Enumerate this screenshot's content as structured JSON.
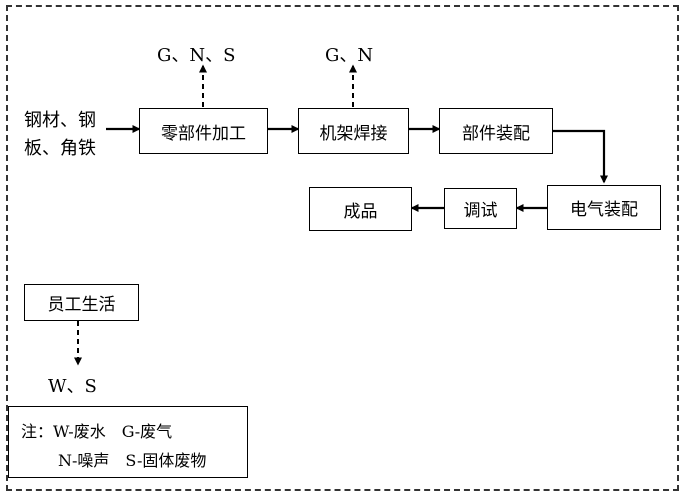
{
  "diagram": {
    "input_material": {
      "line1": "钢材、钢",
      "line2": "板、角铁"
    },
    "steps": {
      "parts_machining": "零部件加工",
      "frame_welding": "机架焊接",
      "parts_assembly": "部件装配",
      "electrical_assembly": "电气装配",
      "debugging": "调试",
      "finished_product": "成品",
      "staff_living": "员工生活"
    },
    "emissions": {
      "machining": "G、N、S",
      "welding": "G、N",
      "staff": "W、S"
    },
    "legend": {
      "line1": "注：W-废水　G-废气",
      "line2": "N-噪声　S-固体废物"
    }
  }
}
